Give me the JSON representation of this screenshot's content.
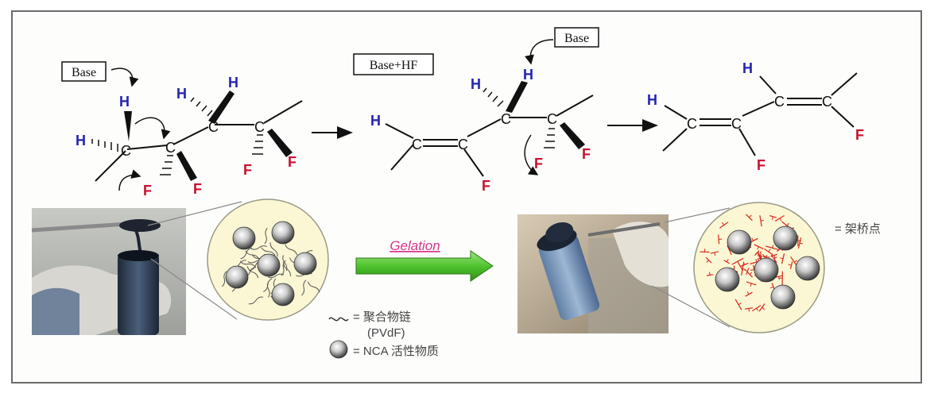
{
  "reaction": {
    "base_label_1": "Base",
    "base_hf_label": "Base+HF",
    "base_label_2": "Base",
    "atom_H": "H",
    "atom_C": "C",
    "atom_F": "F"
  },
  "gelation": {
    "arrow_label": "Gelation",
    "crosslink_legend": "= 架桥点"
  },
  "legend": {
    "polymer_chain_line1": "= 聚合物链",
    "polymer_chain_line2": "(PVdF)",
    "active_material": "= NCA 活性物质"
  },
  "colors": {
    "hydrogen": "#2323b4",
    "fluorine": "#c8102e",
    "carbon": "#111111",
    "gel_arrow": "#5fcf3f",
    "gelation_text": "#d6358c",
    "crosslink": "#d9261c",
    "circle_fill": "#fbf6d3"
  }
}
